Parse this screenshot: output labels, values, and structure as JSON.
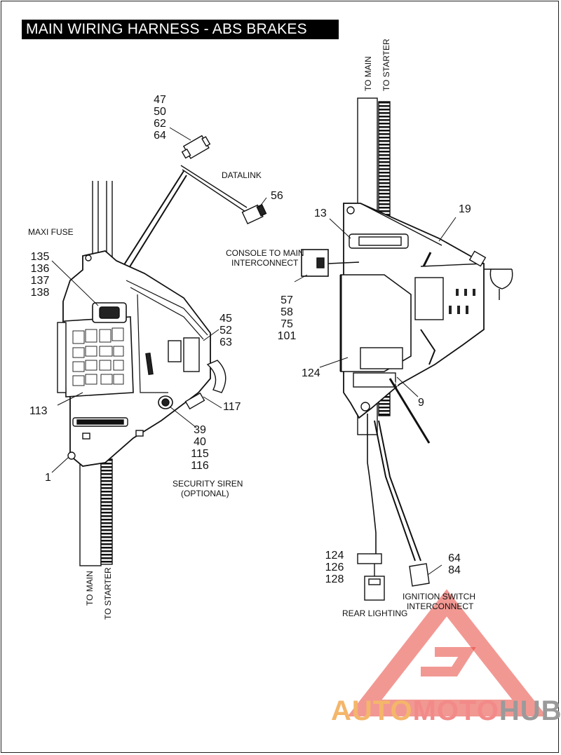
{
  "title": "MAIN WIRING HARNESS - ABS BRAKES",
  "colors": {
    "watermark_red": "#e8443a",
    "watermark_orange": "#f4b66a",
    "watermark_grey": "#9a9a9a"
  },
  "labels": {
    "to_main_top": "TO MAIN",
    "to_starter_top": "TO STARTER",
    "to_main_bottom": "TO MAIN",
    "to_starter_bottom": "TO STARTER",
    "datalink": "DATALINK",
    "maxi_fuse": "MAXI FUSE",
    "console_line1": "CONSOLE TO MAIN",
    "console_line2": "INTERCONNECT",
    "security_line1": "SECURITY SIREN",
    "security_line2": "(OPTIONAL)",
    "rear_lighting": "REAR LIGHTING",
    "ignition_line1": "IGNITION SWITCH",
    "ignition_line2": "INTERCONNECT"
  },
  "callouts": {
    "c47": [
      "47",
      "50",
      "62",
      "64"
    ],
    "c56": "56",
    "c135": [
      "135",
      "136",
      "137",
      "138"
    ],
    "c45": [
      "45",
      "52",
      "63"
    ],
    "c113": "113",
    "c117": "117",
    "c39": [
      "39",
      "40",
      "115",
      "116"
    ],
    "c1": "1",
    "c13": "13",
    "c19": "19",
    "c57": [
      "57",
      "58",
      "75",
      "101"
    ],
    "c124a": "124",
    "c9": "9",
    "c124b": [
      "124",
      "126",
      "128"
    ],
    "c64": [
      "64",
      "84"
    ]
  },
  "watermark": {
    "part1": "AUTO",
    "part2": "MOTO",
    "part3": "HUB"
  }
}
